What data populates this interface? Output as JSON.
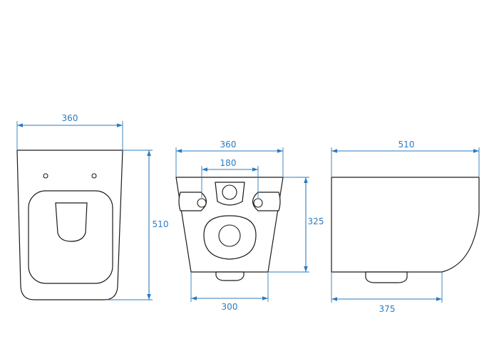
{
  "colors": {
    "outline": "#1a1a1a",
    "dimension": "#2b7bc0",
    "background": "#ffffff"
  },
  "dimensions": {
    "front_width": "360",
    "front_height": "510",
    "rear_width": "360",
    "rear_fixing_spacing": "180",
    "rear_base_width": "300",
    "rear_height": "325",
    "side_length": "510",
    "side_base_length": "375"
  }
}
